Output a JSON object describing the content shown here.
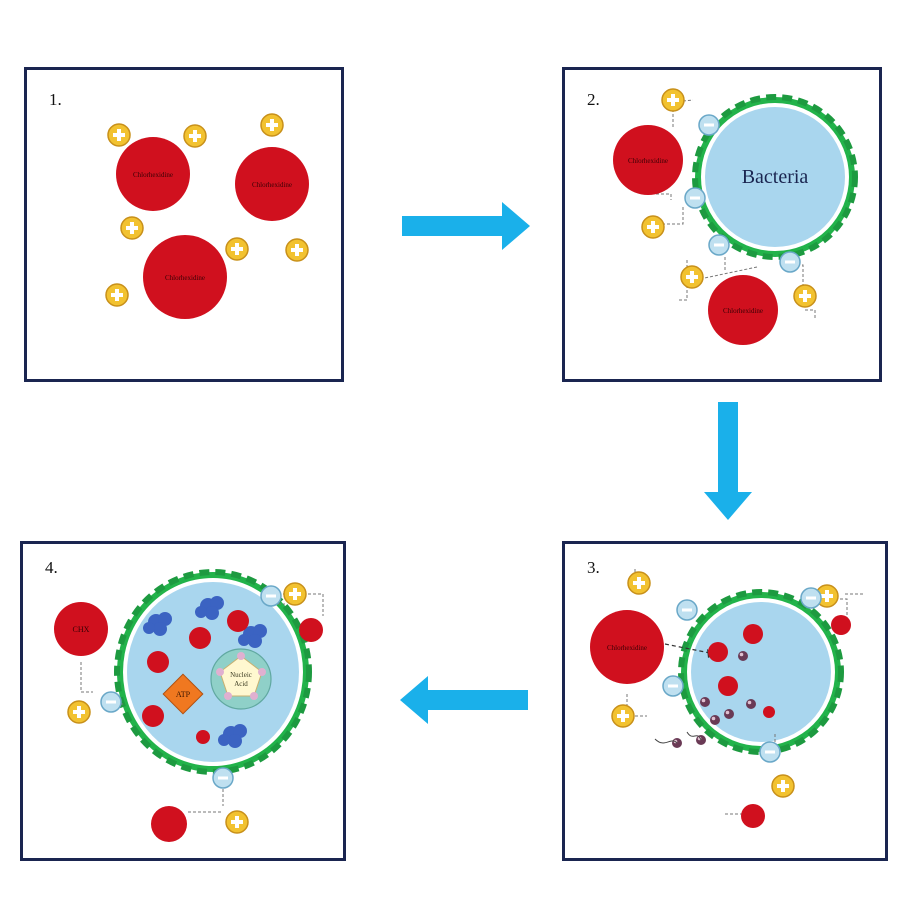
{
  "panels": [
    {
      "number": "1.",
      "drug_label": "Chlorhexidine"
    },
    {
      "number": "2.",
      "drug_label": "Chlorhexidine",
      "cell_label": "Bacteria"
    },
    {
      "number": "3.",
      "drug_label": "Chlorhexidine"
    },
    {
      "number": "4.",
      "drug_label": "CHX",
      "atp_label": "ATP",
      "nucleic_label_1": "Nucleic",
      "nucleic_label_2": "Acid"
    }
  ],
  "colors": {
    "frame": "#1a2550",
    "drug": "#d0101e",
    "positive_charge": "#f2c230",
    "negative_charge": "#bfe0f0",
    "cell_wall": "#22b34a",
    "cytoplasm": "#a9d6ee",
    "arrow": "#1ab0ea",
    "atp": "#f07820",
    "nucleic_acid": "#8fd0c8",
    "leaked_content": "#3b63c2"
  },
  "icons": [
    "plus-charge-icon",
    "minus-charge-icon",
    "arrow-right-icon",
    "arrow-down-icon",
    "arrow-left-icon"
  ]
}
